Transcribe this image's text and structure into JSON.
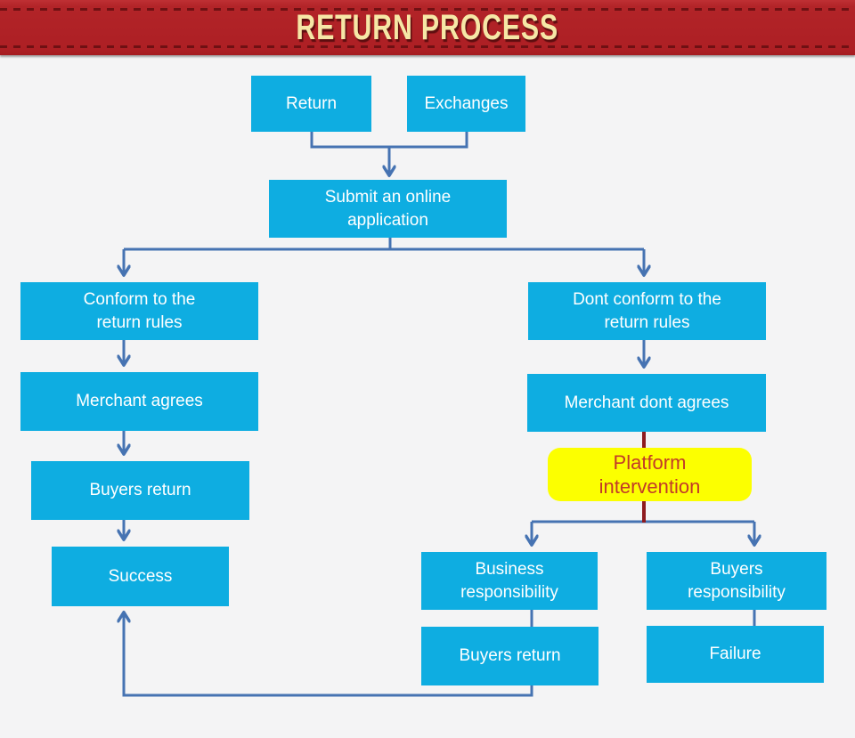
{
  "header": {
    "title": "RETURN PROCESS"
  },
  "colors": {
    "node_fill": "#0eade1",
    "node_text": "#ffffff",
    "connector": "#4673b2",
    "maroon_connector": "#8e1a1e",
    "highlight_fill": "#fcff00",
    "highlight_text": "#c23a28",
    "banner_bg": "#b22428",
    "banner_text": "#f6e7a6",
    "banner_dash": "#6f1013",
    "page_bg": "#f4f4f5"
  },
  "nodes": {
    "return": {
      "label": "Return"
    },
    "exchanges": {
      "label": "Exchanges"
    },
    "submit": {
      "label": "Submit an online\napplication"
    },
    "conform": {
      "label": "Conform to the\nreturn rules"
    },
    "dont_conform": {
      "label": "Dont conform to the\nreturn rules"
    },
    "merchant_agrees": {
      "label": "Merchant agrees"
    },
    "merchant_dont_agrees": {
      "label": "Merchant dont agrees"
    },
    "buyers_return_left": {
      "label": "Buyers return"
    },
    "platform_intervention": {
      "label": "Platform\nintervention"
    },
    "success": {
      "label": "Success"
    },
    "business_responsibility": {
      "label": "Business\nresponsibility"
    },
    "buyers_responsibility": {
      "label": "Buyers\nresponsibility"
    },
    "buyers_return_bottom": {
      "label": "Buyers return"
    },
    "failure": {
      "label": "Failure"
    }
  },
  "edges": [
    {
      "from": "return",
      "to": "submit"
    },
    {
      "from": "exchanges",
      "to": "submit"
    },
    {
      "from": "submit",
      "to": "conform"
    },
    {
      "from": "submit",
      "to": "dont_conform"
    },
    {
      "from": "conform",
      "to": "merchant_agrees"
    },
    {
      "from": "merchant_agrees",
      "to": "buyers_return_left"
    },
    {
      "from": "buyers_return_left",
      "to": "success"
    },
    {
      "from": "dont_conform",
      "to": "merchant_dont_agrees"
    },
    {
      "from": "merchant_dont_agrees",
      "to": "platform_intervention"
    },
    {
      "from": "platform_intervention",
      "to": "business_responsibility"
    },
    {
      "from": "platform_intervention",
      "to": "buyers_responsibility"
    },
    {
      "from": "business_responsibility",
      "to": "buyers_return_bottom"
    },
    {
      "from": "buyers_responsibility",
      "to": "failure"
    },
    {
      "from": "buyers_return_bottom",
      "to": "success"
    }
  ]
}
